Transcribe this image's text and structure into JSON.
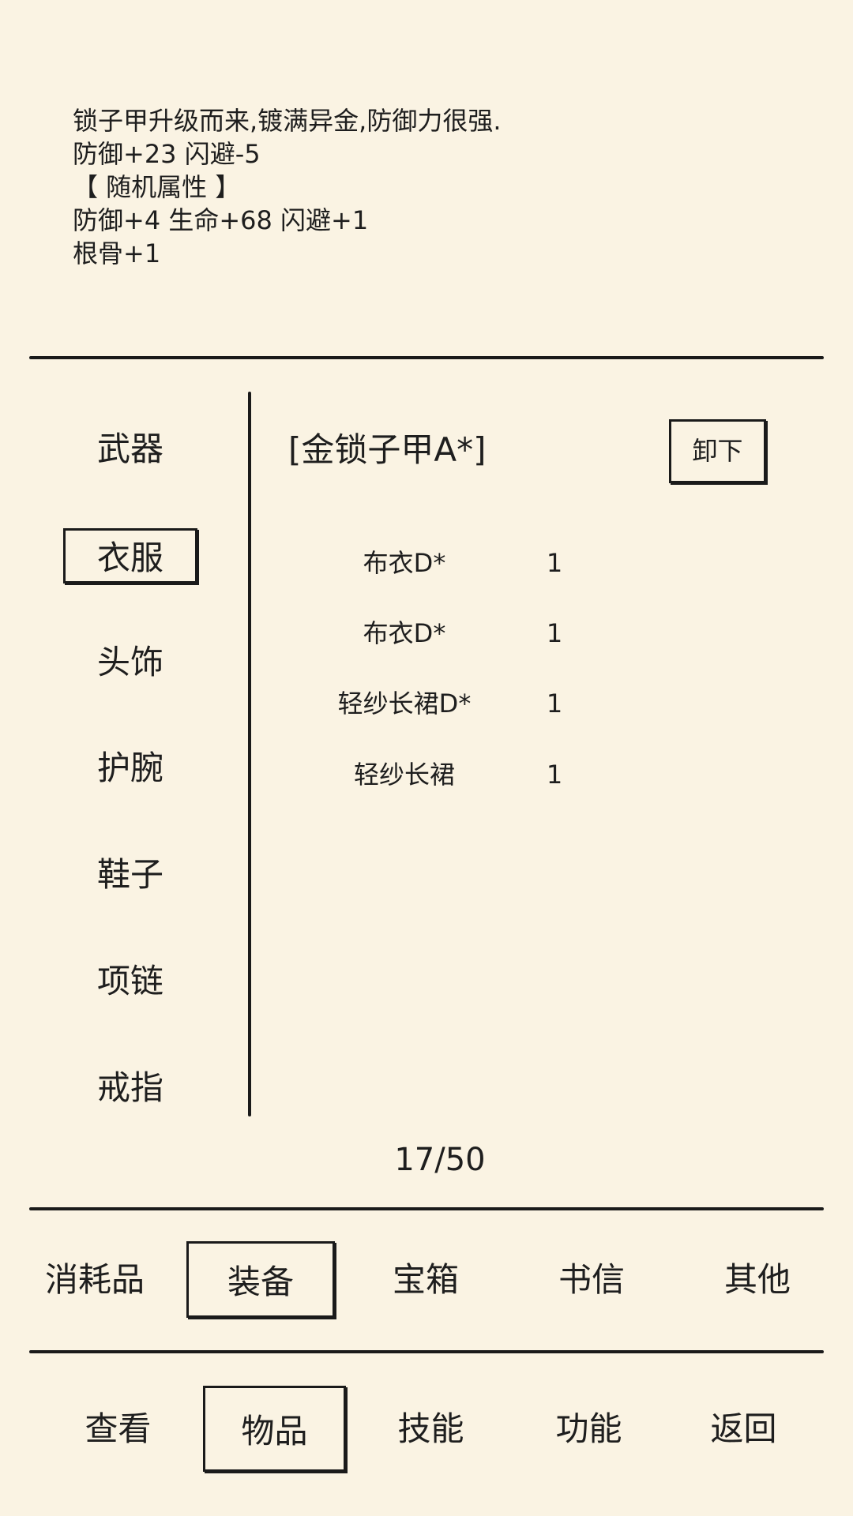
{
  "description": {
    "lines": [
      "锁子甲升级而来,镀满异金,防御力很强.",
      "防御+23 闪避-5",
      "【 随机属性 】",
      "防御+4 生命+68 闪避+1",
      "根骨+1"
    ]
  },
  "slots": [
    {
      "label": "武器",
      "selected": false
    },
    {
      "label": "衣服",
      "selected": true
    },
    {
      "label": "头饰",
      "selected": false
    },
    {
      "label": "护腕",
      "selected": false
    },
    {
      "label": "鞋子",
      "selected": false
    },
    {
      "label": "项链",
      "selected": false
    },
    {
      "label": "戒指",
      "selected": false
    }
  ],
  "equipped": {
    "name": "[金锁子甲A*]",
    "unequip_label": "卸下"
  },
  "items": [
    {
      "name": "布衣D*",
      "qty": "1"
    },
    {
      "name": "布衣D*",
      "qty": "1"
    },
    {
      "name": "轻纱长裙D*",
      "qty": "1"
    },
    {
      "name": "轻纱长裙",
      "qty": "1"
    }
  ],
  "capacity": "17/50",
  "category_tabs": [
    {
      "label": "消耗品",
      "selected": false
    },
    {
      "label": "装备",
      "selected": true
    },
    {
      "label": "宝箱",
      "selected": false
    },
    {
      "label": "书信",
      "selected": false
    },
    {
      "label": "其他",
      "selected": false
    }
  ],
  "bottom_nav": [
    {
      "label": "查看",
      "selected": false
    },
    {
      "label": "物品",
      "selected": true
    },
    {
      "label": "技能",
      "selected": false
    },
    {
      "label": "功能",
      "selected": false
    },
    {
      "label": "返回",
      "selected": false
    }
  ],
  "colors": {
    "background": "#faf3e3",
    "ink": "#1a1a1a"
  }
}
